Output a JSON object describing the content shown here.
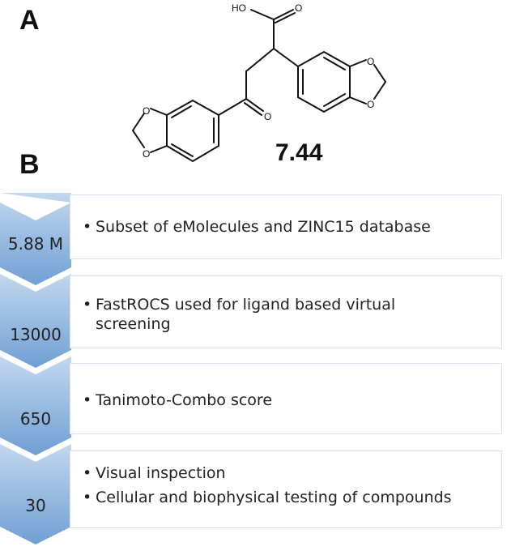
{
  "panels": {
    "a": "A",
    "b": "B"
  },
  "molecule": {
    "atoms": {
      "hydroxyl": "HO",
      "carbonyl_acid": "O",
      "ketone": "O",
      "dioxole_right_top": "O",
      "dioxole_right_bottom": "O",
      "dioxole_left_top": "O",
      "dioxole_left_bottom": "O"
    },
    "compound_id": "7.44"
  },
  "workflow": {
    "steps": [
      {
        "count": "5.88 M",
        "bullets": [
          "Subset of eMolecules and ZINC15 database"
        ]
      },
      {
        "count": "13000",
        "bullets": [
          "FastROCS used for ligand based virtual screening"
        ]
      },
      {
        "count": "650",
        "bullets": [
          "Tanimoto-Combo score"
        ]
      },
      {
        "count": "30",
        "bullets": [
          "Visual inspection",
          "Cellular and biophysical testing of compounds"
        ]
      }
    ]
  },
  "colors": {
    "chevron_top": "#b9d0ea",
    "chevron_bottom": "#6f9fd4",
    "box_border": "#d6e2f0",
    "text": "#222222"
  }
}
